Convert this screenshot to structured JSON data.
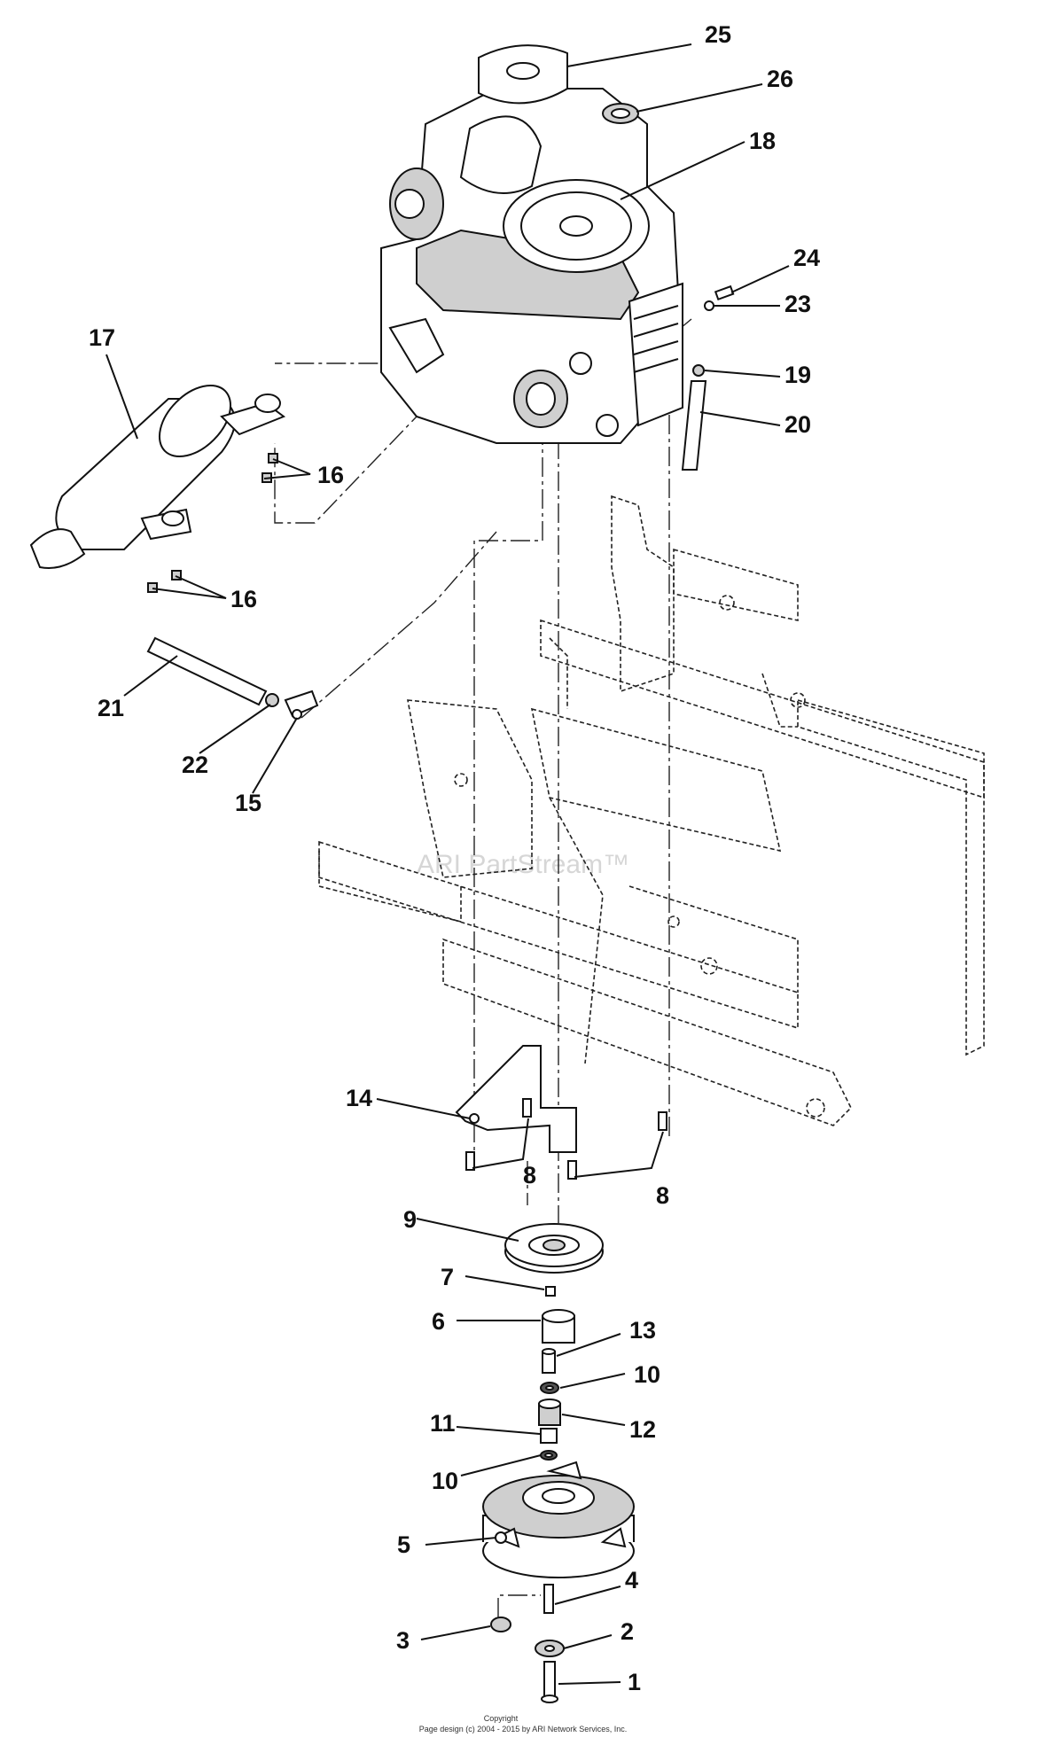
{
  "watermark": "ARI PartStream™",
  "footer": {
    "line1": "Copyright",
    "line2": "Page design (c) 2004 - 2015 by ARI Network Services, Inc."
  },
  "callouts": [
    {
      "id": "c25",
      "label": "25"
    },
    {
      "id": "c26",
      "label": "26"
    },
    {
      "id": "c18",
      "label": "18"
    },
    {
      "id": "c24",
      "label": "24"
    },
    {
      "id": "c23",
      "label": "23"
    },
    {
      "id": "c19",
      "label": "19"
    },
    {
      "id": "c20",
      "label": "20"
    },
    {
      "id": "c17",
      "label": "17"
    },
    {
      "id": "c16a",
      "label": "16"
    },
    {
      "id": "c16b",
      "label": "16"
    },
    {
      "id": "c21",
      "label": "21"
    },
    {
      "id": "c22",
      "label": "22"
    },
    {
      "id": "c15",
      "label": "15"
    },
    {
      "id": "c14",
      "label": "14"
    },
    {
      "id": "c8a",
      "label": "8"
    },
    {
      "id": "c8b",
      "label": "8"
    },
    {
      "id": "c9",
      "label": "9"
    },
    {
      "id": "c7",
      "label": "7"
    },
    {
      "id": "c6",
      "label": "6"
    },
    {
      "id": "c13",
      "label": "13"
    },
    {
      "id": "c10a",
      "label": "10"
    },
    {
      "id": "c12",
      "label": "12"
    },
    {
      "id": "c11",
      "label": "11"
    },
    {
      "id": "c10b",
      "label": "10"
    },
    {
      "id": "c5",
      "label": "5"
    },
    {
      "id": "c4",
      "label": "4"
    },
    {
      "id": "c3",
      "label": "3"
    },
    {
      "id": "c2",
      "label": "2"
    },
    {
      "id": "c1",
      "label": "1"
    }
  ]
}
